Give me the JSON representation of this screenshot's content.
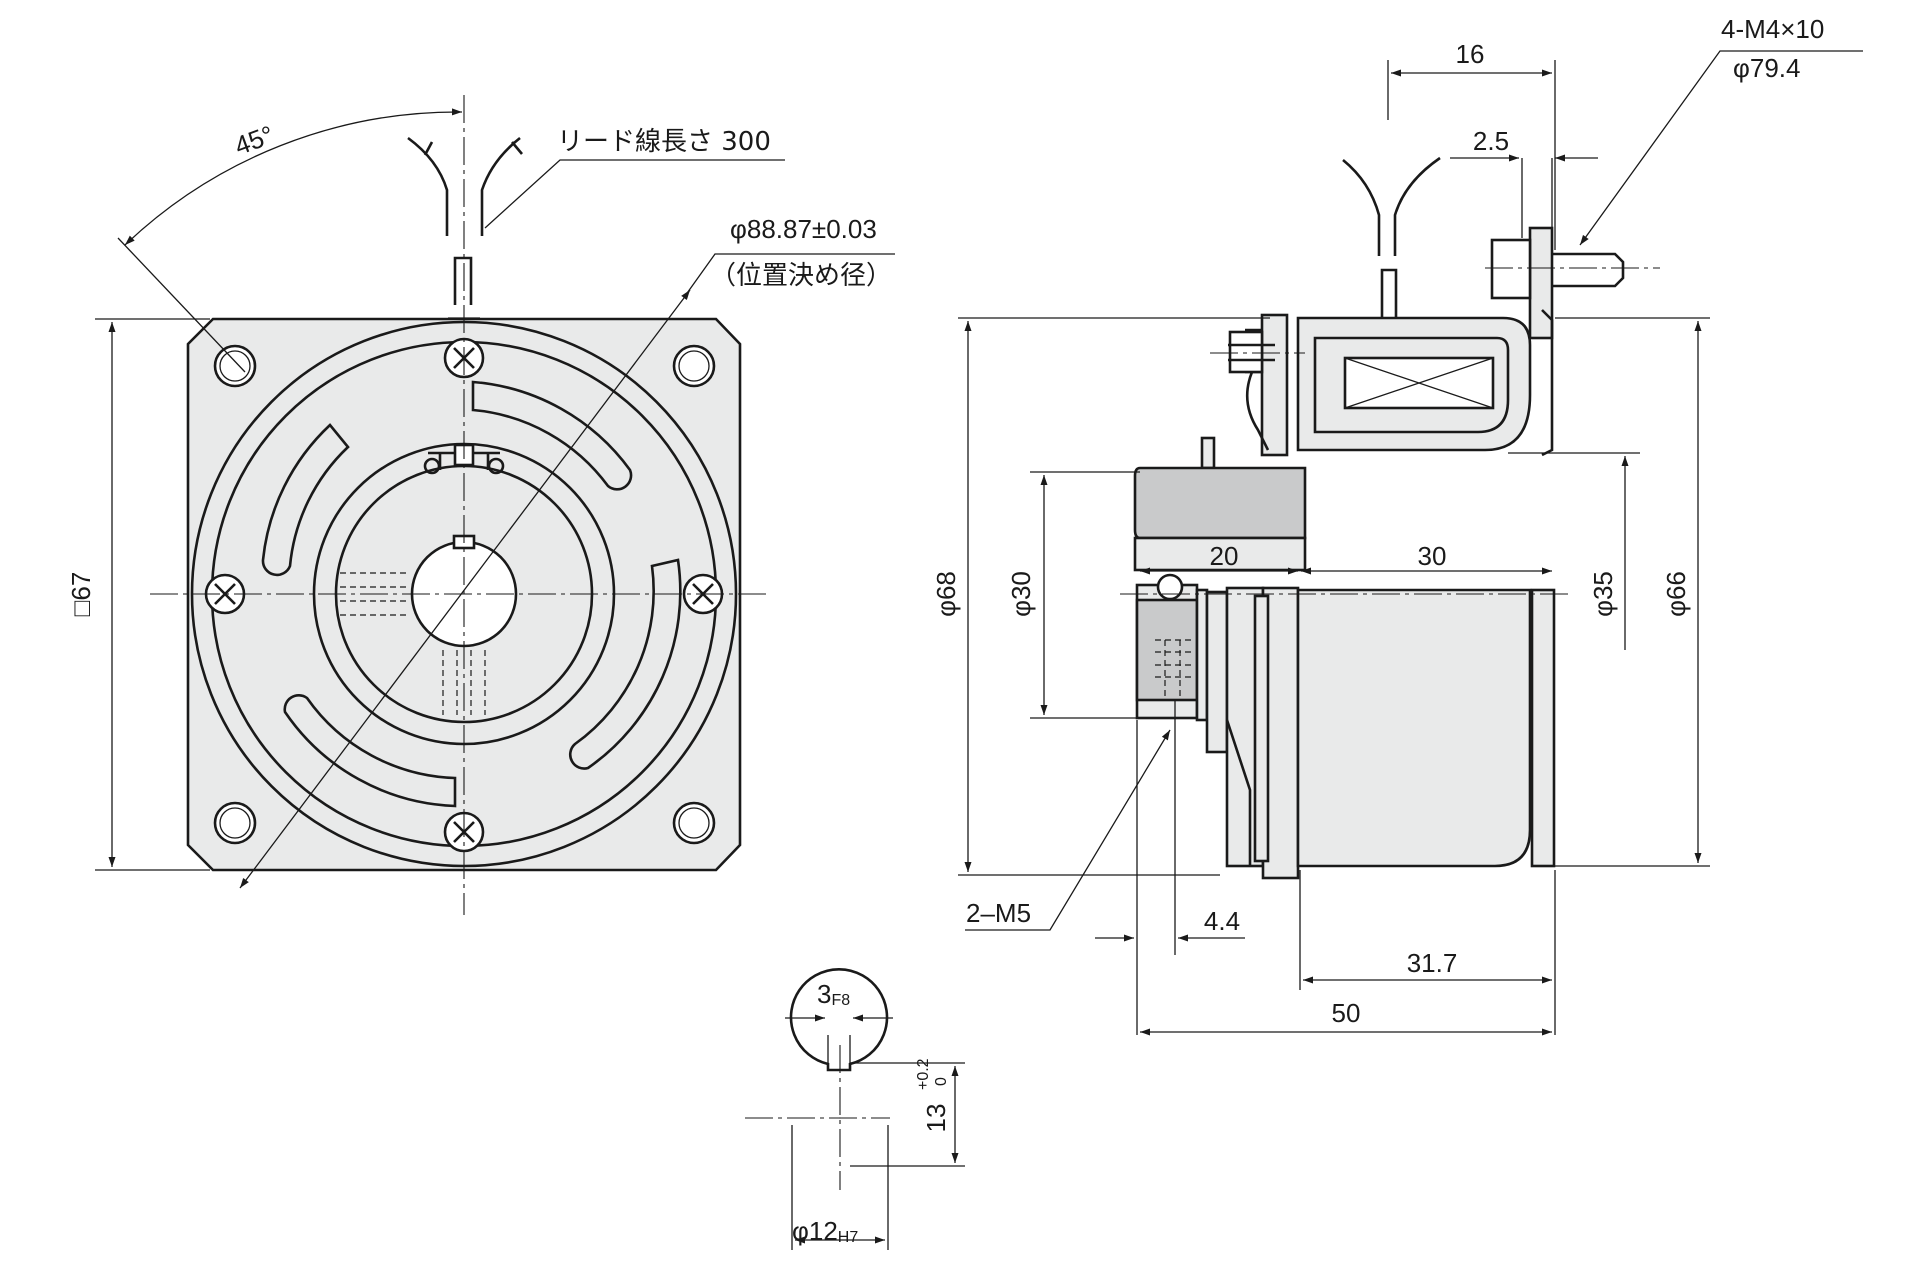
{
  "front_view": {
    "angle_label": "45°",
    "lead_label": "リード線長さ 300",
    "pcd_label": "φ88.87±0.03",
    "pcd_note": "（位置決め径）",
    "square_label": "□67"
  },
  "side_view": {
    "dim_16": "16",
    "bolt_label": "4-M4×10",
    "bolt_pcd": "φ79.4",
    "dim_2_5": "2.5",
    "dim_20": "20",
    "dim_30": "30",
    "dia_68": "φ68",
    "dia_30": "φ30",
    "dia_35": "φ35",
    "dia_66": "φ66",
    "screw_label": "2–M5",
    "dim_4_4": "4.4",
    "dim_31_7": "31.7",
    "dim_50": "50"
  },
  "bore_detail": {
    "key_width": "3",
    "key_tol": "F8",
    "depth_value": "13",
    "depth_tol_upper": "+0.2",
    "depth_tol_lower": "0",
    "bore_dia": "φ12",
    "bore_tol": "H7"
  },
  "colors": {
    "line": "#1a1a1a",
    "body_fill": "#e9eaea",
    "dark_fill": "#c9cacb"
  }
}
